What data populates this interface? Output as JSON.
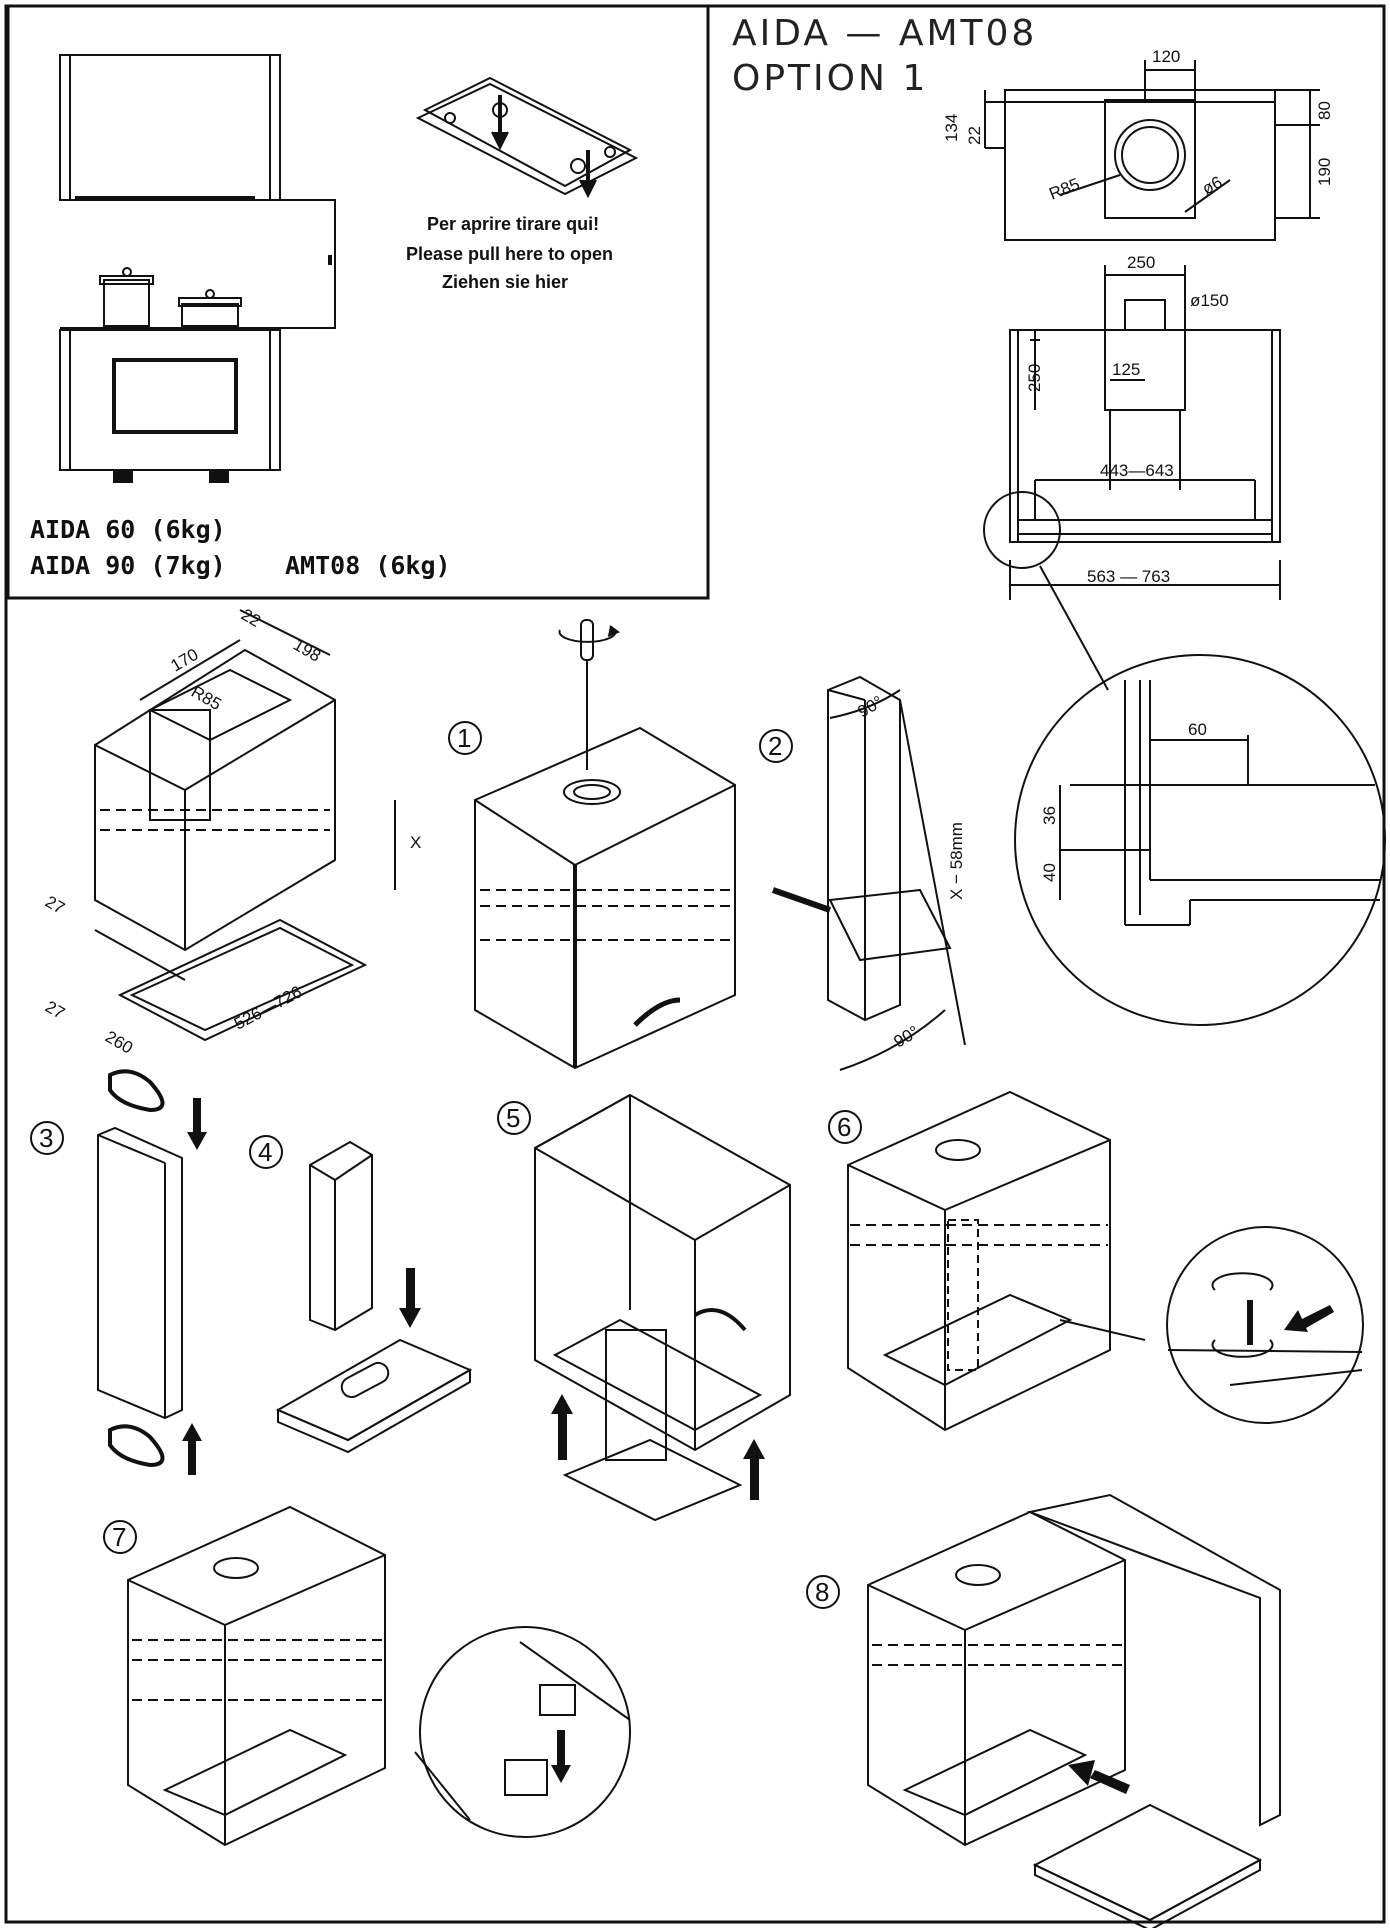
{
  "header": {
    "title_line1": "AIDA  —  AMT08",
    "title_line2": "OPTION  1"
  },
  "weights": {
    "line1": "AIDA 60 (6kg)",
    "line2": "AIDA 90 (7kg)",
    "line2b": "AMT08 (6kg)"
  },
  "pull_note": {
    "it": "Per aprire tirare qui!",
    "en": "Please pull here to open",
    "de": "Ziehen sie hier"
  },
  "top_view_dims": [
    "120",
    "134",
    "22",
    "80",
    "190",
    "R85",
    "ø6"
  ],
  "front_view_dims": [
    "250",
    "ø150",
    "250",
    "125",
    "443—643",
    "563 — 763"
  ],
  "detail_dims": [
    "60",
    "36",
    "40"
  ],
  "iso_dims": [
    "22",
    "198",
    "170",
    "R85",
    "X",
    "27",
    "27",
    "260",
    "526—726"
  ],
  "step2_dims": [
    "90°",
    "X − 58mm",
    "90°"
  ],
  "steps": [
    "1",
    "2",
    "3",
    "4",
    "5",
    "6",
    "7",
    "8"
  ],
  "icons": [
    "screwdriver-icon",
    "rotate-icon",
    "arrow-down-icon",
    "arrow-up-icon",
    "clip-icon",
    "plug-icon"
  ]
}
